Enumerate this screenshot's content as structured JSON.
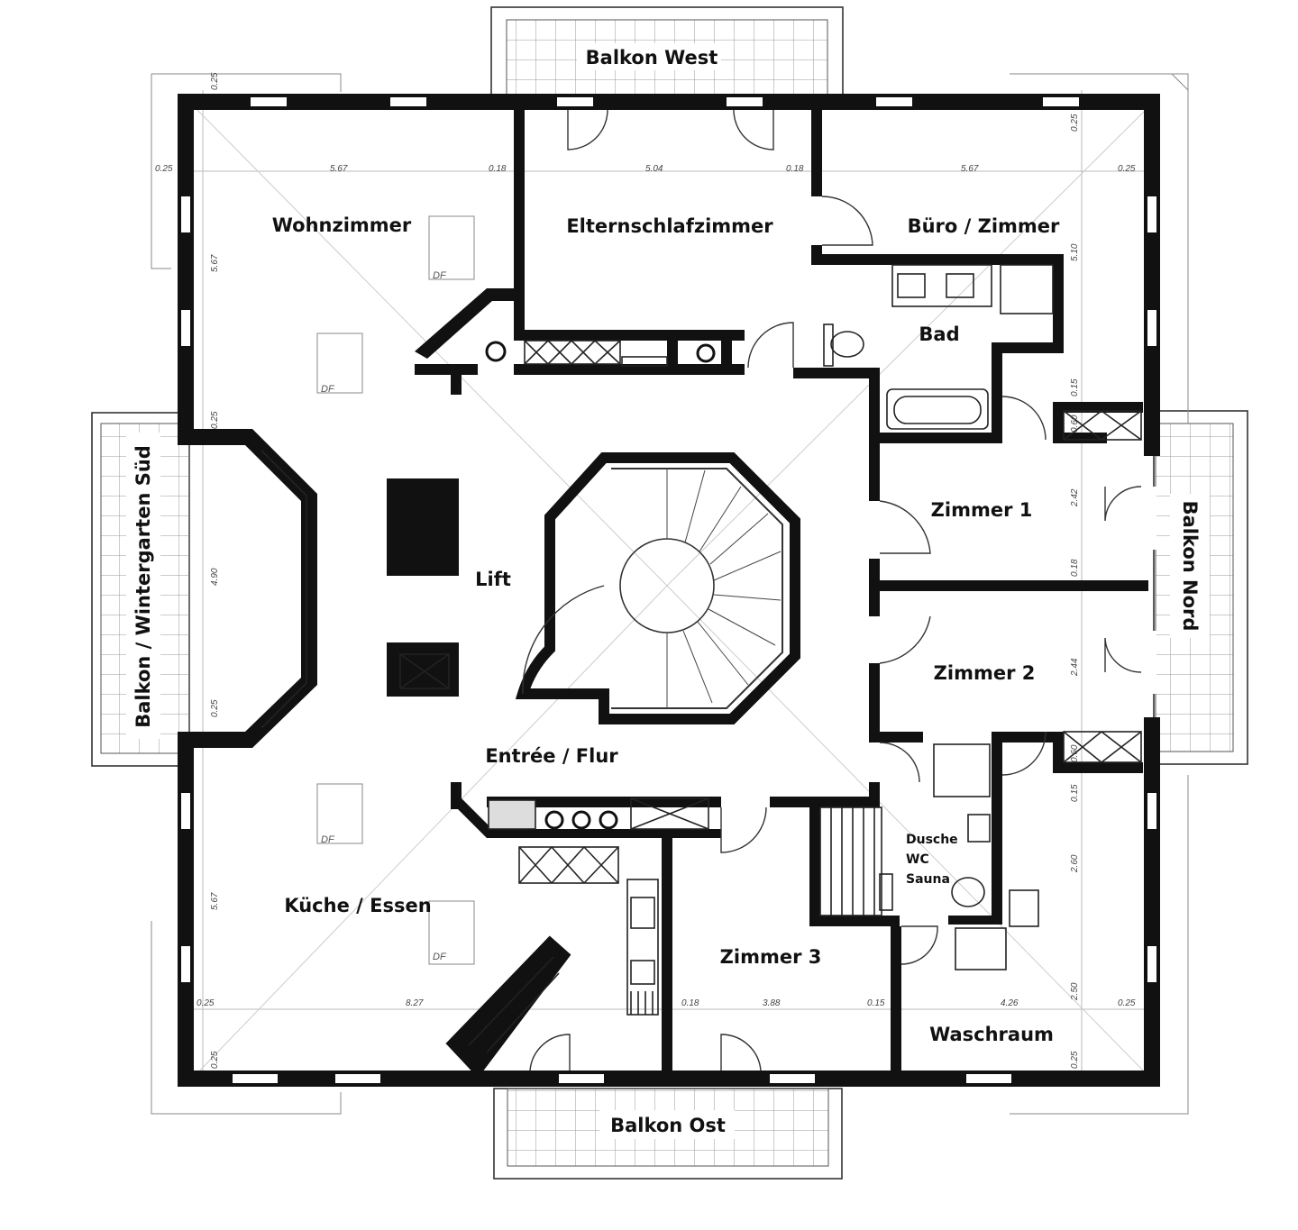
{
  "rooms": {
    "wohnzimmer": "Wohnzimmer",
    "elternschlafzimmer": "Elternschlafzimmer",
    "buero": "Büro / Zimmer",
    "bad": "Bad",
    "lift": "Lift",
    "zimmer1": "Zimmer 1",
    "zimmer2": "Zimmer 2",
    "zimmer3": "Zimmer 3",
    "entree": "Entrée / Flur",
    "kueche": "Küche / Essen",
    "waschraum": "Waschraum",
    "dusche": "Dusche",
    "wc": "WC",
    "sauna": "Sauna"
  },
  "balconies": {
    "west": "Balkon West",
    "ost": "Balkon Ost",
    "nord": "Balkon Nord",
    "sued": "Balkon / Wintergarten Süd"
  },
  "markers": {
    "df": "DF"
  },
  "dimensions": {
    "top": [
      "0.25",
      "5.67",
      "0.18",
      "5.04",
      "0.18",
      "5.67",
      "0.25"
    ],
    "bottom": [
      "0.25",
      "8.27",
      "0.18",
      "3.88",
      "0.15",
      "4.26",
      "0.25"
    ],
    "left": [
      "0.25",
      "5.67",
      "0.25",
      "4.90",
      "0.25",
      "5.67",
      "0.25"
    ],
    "right": [
      "0.25",
      "5.10",
      "0.15",
      "0.60",
      "2.42",
      "0.18",
      "2.44",
      "0.60",
      "0.15",
      "2.60",
      "2.50",
      "0.25"
    ]
  }
}
